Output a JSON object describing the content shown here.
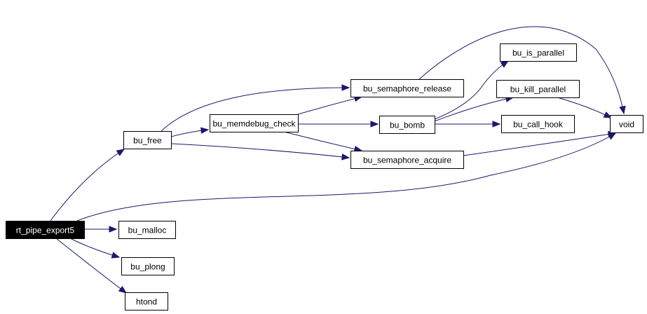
{
  "colors": {
    "edge": "#191970",
    "node_fill": "#ffffff",
    "node_stroke": "#000000",
    "root_fill": "#000000",
    "root_text": "#ffffff",
    "text": "#000000"
  },
  "nodes": [
    {
      "id": "rt_pipe_export5",
      "label": "rt_pipe_export5",
      "root": true
    },
    {
      "id": "bu_free",
      "label": "bu_free"
    },
    {
      "id": "bu_malloc",
      "label": "bu_malloc"
    },
    {
      "id": "bu_plong",
      "label": "bu_plong"
    },
    {
      "id": "htond",
      "label": "htond"
    },
    {
      "id": "bu_memdebug_check",
      "label": "bu_memdebug_check"
    },
    {
      "id": "bu_semaphore_release",
      "label": "bu_semaphore_release"
    },
    {
      "id": "bu_semaphore_acquire",
      "label": "bu_semaphore_acquire"
    },
    {
      "id": "bu_bomb",
      "label": "bu_bomb"
    },
    {
      "id": "bu_is_parallel",
      "label": "bu_is_parallel"
    },
    {
      "id": "bu_kill_parallel",
      "label": "bu_kill_parallel"
    },
    {
      "id": "bu_call_hook",
      "label": "bu_call_hook"
    },
    {
      "id": "void",
      "label": "void"
    }
  ],
  "edges": [
    {
      "from": "rt_pipe_export5",
      "to": "bu_free"
    },
    {
      "from": "rt_pipe_export5",
      "to": "bu_malloc"
    },
    {
      "from": "rt_pipe_export5",
      "to": "bu_plong"
    },
    {
      "from": "rt_pipe_export5",
      "to": "htond"
    },
    {
      "from": "rt_pipe_export5",
      "to": "void"
    },
    {
      "from": "bu_free",
      "to": "bu_memdebug_check"
    },
    {
      "from": "bu_free",
      "to": "bu_semaphore_release"
    },
    {
      "from": "bu_free",
      "to": "bu_semaphore_acquire"
    },
    {
      "from": "bu_memdebug_check",
      "to": "bu_semaphore_release"
    },
    {
      "from": "bu_memdebug_check",
      "to": "bu_bomb"
    },
    {
      "from": "bu_memdebug_check",
      "to": "bu_semaphore_acquire"
    },
    {
      "from": "bu_semaphore_release",
      "to": "void"
    },
    {
      "from": "bu_semaphore_acquire",
      "to": "void"
    },
    {
      "from": "bu_bomb",
      "to": "bu_is_parallel"
    },
    {
      "from": "bu_bomb",
      "to": "bu_kill_parallel"
    },
    {
      "from": "bu_bomb",
      "to": "bu_call_hook"
    },
    {
      "from": "bu_kill_parallel",
      "to": "void"
    }
  ]
}
